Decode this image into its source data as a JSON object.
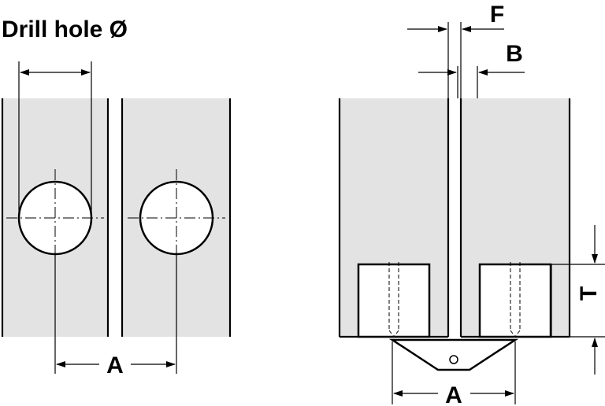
{
  "title": "Drill hole Ø",
  "labels": {
    "dim_a_left": "A",
    "dim_a_right": "A",
    "dim_f": "F",
    "dim_b": "B",
    "dim_t": "T"
  },
  "colors": {
    "panel": "#e3e3e3",
    "line": "#000000",
    "background": "#ffffff"
  }
}
